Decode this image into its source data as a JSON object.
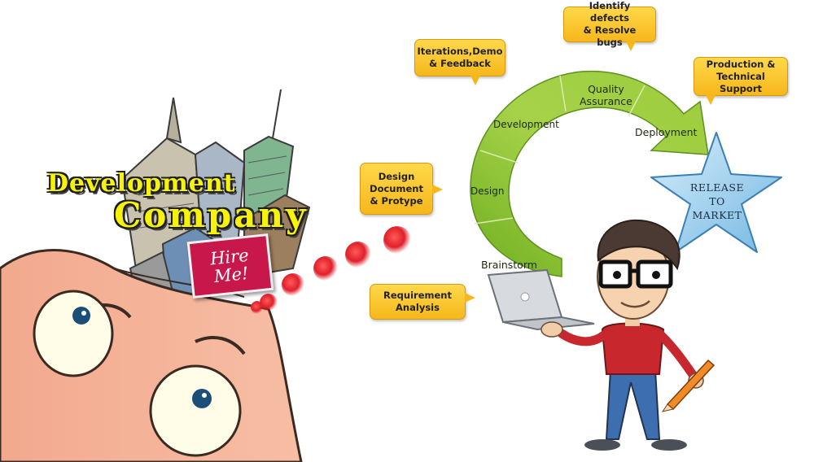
{
  "headline": {
    "line1": "Development",
    "line2": "Company"
  },
  "hire_sign": {
    "line1": "Hire",
    "line2": "Me!"
  },
  "cycle": {
    "stages": [
      "Brainstorm",
      "Design",
      "Development",
      "Quality Assurance",
      "Deployment"
    ],
    "brainstorm": "Brainstorm",
    "design": "Design",
    "development": "Development",
    "qa_line1": "Quality",
    "qa_line2": "Assurance",
    "deployment": "Deployment"
  },
  "callouts": {
    "requirement_line1": "Requirement",
    "requirement_line2": "Analysis",
    "design_doc_line1": "Design",
    "design_doc_line2": "Document",
    "design_doc_line3": "& Protype",
    "iterations_line1": "Iterations,Demo",
    "iterations_line2": "& Feedback",
    "defects_line1": "Identify defects",
    "defects_line2": "& Resolve bugs",
    "production_line1": "Production &",
    "production_line2": "Technical Support"
  },
  "release": {
    "line1": "Release",
    "line2": "to",
    "line3": "Market"
  },
  "colors": {
    "cycle_green": "#8cc63e",
    "callout_yellow": "#f6b71b",
    "star_blue": "#9fd0ee",
    "headline_yellow": "#f7f20a",
    "sign_red": "#c8184b",
    "dots_red": "#e0202a"
  }
}
